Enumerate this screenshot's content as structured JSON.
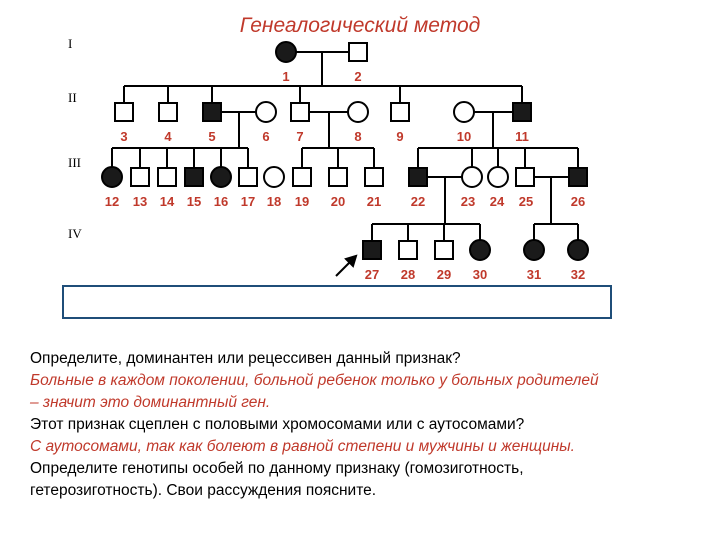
{
  "title": "Генеалогический метод",
  "generations": [
    "I",
    "II",
    "III",
    "IV"
  ],
  "colors": {
    "title": "#c0392b",
    "answer": "#c0392b",
    "question": "#000000",
    "box_border": "#1f4e79"
  },
  "individuals": [
    {
      "id": "1",
      "sex": "female",
      "affected": true
    },
    {
      "id": "2",
      "sex": "male",
      "affected": false
    },
    {
      "id": "3",
      "sex": "male",
      "affected": false
    },
    {
      "id": "4",
      "sex": "male",
      "affected": false
    },
    {
      "id": "5",
      "sex": "male",
      "affected": true
    },
    {
      "id": "6",
      "sex": "female",
      "affected": false
    },
    {
      "id": "7",
      "sex": "male",
      "affected": false
    },
    {
      "id": "8",
      "sex": "female",
      "affected": false
    },
    {
      "id": "9",
      "sex": "male",
      "affected": false
    },
    {
      "id": "10",
      "sex": "female",
      "affected": false
    },
    {
      "id": "11",
      "sex": "male",
      "affected": true
    },
    {
      "id": "12",
      "sex": "female",
      "affected": true
    },
    {
      "id": "13",
      "sex": "male",
      "affected": false
    },
    {
      "id": "14",
      "sex": "male",
      "affected": false
    },
    {
      "id": "15",
      "sex": "male",
      "affected": true
    },
    {
      "id": "16",
      "sex": "female",
      "affected": true
    },
    {
      "id": "17",
      "sex": "male",
      "affected": false
    },
    {
      "id": "18",
      "sex": "female",
      "affected": false
    },
    {
      "id": "19",
      "sex": "male",
      "affected": false
    },
    {
      "id": "20",
      "sex": "male",
      "affected": false
    },
    {
      "id": "21",
      "sex": "male",
      "affected": false
    },
    {
      "id": "22",
      "sex": "male",
      "affected": true
    },
    {
      "id": "23",
      "sex": "female",
      "affected": false
    },
    {
      "id": "24",
      "sex": "female",
      "affected": false
    },
    {
      "id": "25",
      "sex": "male",
      "affected": false
    },
    {
      "id": "26",
      "sex": "male",
      "affected": true
    },
    {
      "id": "27",
      "sex": "male",
      "affected": true,
      "proband": true
    },
    {
      "id": "28",
      "sex": "male",
      "affected": false
    },
    {
      "id": "29",
      "sex": "male",
      "affected": false
    },
    {
      "id": "30",
      "sex": "female",
      "affected": true
    },
    {
      "id": "31",
      "sex": "female",
      "affected": true
    },
    {
      "id": "32",
      "sex": "female",
      "affected": true
    }
  ],
  "questions": {
    "q1": "Определите, доминантен или рецессивен данный признак?",
    "a1_line1": "Больные в каждом поколении, больной ребенок только у больных родителей",
    "a1_line2": "– значит это доминантный ген.",
    "q2": "Этот признак сцеплен с половыми хромосомами или с аутосомами?",
    "a2": "С аутосомами, так как болеют в равной степени и мужчины и женщины.",
    "q3_line1": "Определите генотипы особей по данному признаку (гомозиготность,",
    "q3_line2": "гетерозиготность). Свои рассуждения поясните."
  }
}
